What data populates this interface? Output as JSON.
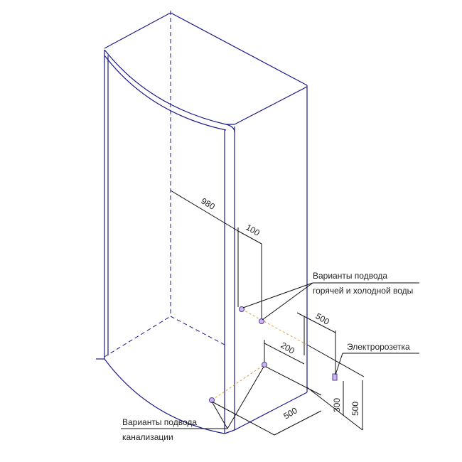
{
  "dimensions": {
    "d980": "980",
    "d100": "100",
    "d500_top": "500",
    "d200": "200",
    "d500_bottom": "500",
    "d300": "300",
    "d500_vertical": "500"
  },
  "labels": {
    "water_line1": "Варианты подвода",
    "water_line2": "горячей и холодной воды",
    "socket": "Электророзетка",
    "drain_line1": "Варианты подвода",
    "drain_line2": "канализации"
  },
  "colors": {
    "outline": "#1a1a8a",
    "pipe": "#e0a040"
  }
}
